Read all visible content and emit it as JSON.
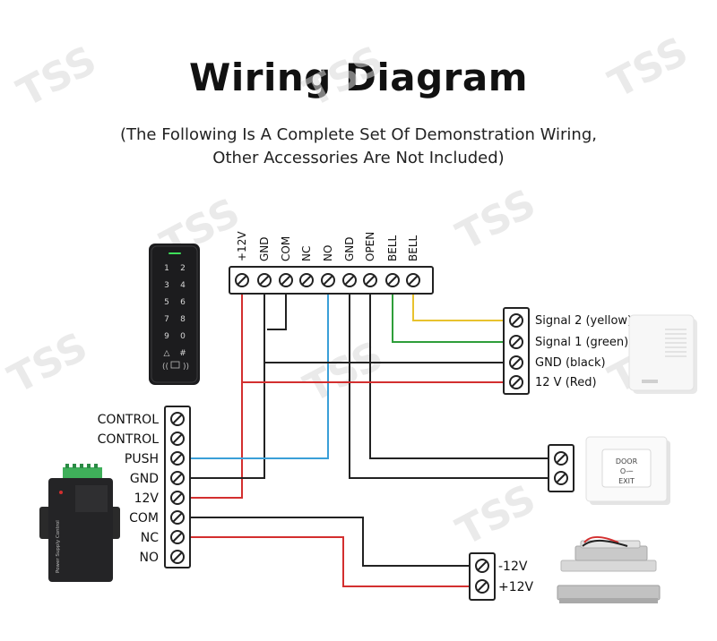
{
  "title": "Wiring Diagram",
  "subtitle_line1": "(The Following Is A Complete Set Of Demonstration Wiring,",
  "subtitle_line2": "Other Accessories Are Not Included)",
  "watermark": "TSS",
  "keypad": {
    "keys": [
      "1",
      "2",
      "3",
      "4",
      "5",
      "6",
      "7",
      "8",
      "9",
      "0",
      "△",
      "#"
    ]
  },
  "top_terminal": {
    "labels": [
      "+12V",
      "GND",
      "COM",
      "NC",
      "NO",
      "GND",
      "OPEN",
      "BELL",
      "BELL"
    ]
  },
  "bell_terminal": {
    "labels": [
      "Signal 2 (yellow)",
      "Signal 1 (green)",
      "GND  (black)",
      "12 V  (Red)"
    ]
  },
  "power_terminal": {
    "labels": [
      "CONTROL",
      "CONTROL",
      "PUSH",
      "GND",
      "12V",
      "COM",
      "NC",
      "NO"
    ]
  },
  "lock_terminal": {
    "labels": [
      "-12V",
      "+12V"
    ]
  },
  "exit_button": {
    "line1": "DOOR",
    "line2": "EXIT"
  },
  "power_supply": {
    "label": "Power Supply Control"
  },
  "colors": {
    "red": "#d32f2f",
    "black": "#222222",
    "blue": "#3a9fd8",
    "yellow": "#e8c22e",
    "green": "#2e9e3a",
    "watermark": "#d9d9d9"
  }
}
